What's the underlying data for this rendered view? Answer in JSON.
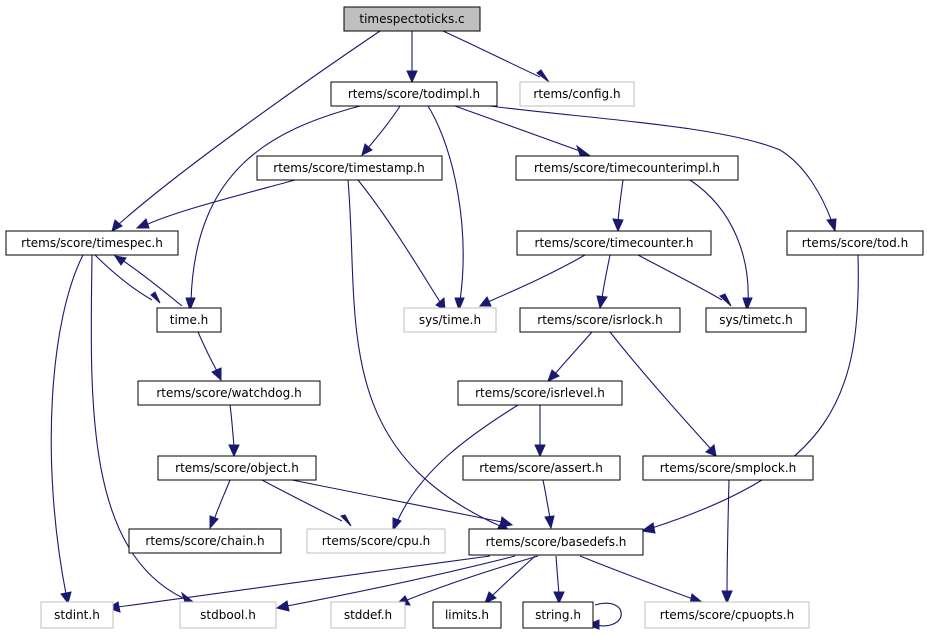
{
  "colors": {
    "edge": "#191970",
    "node_border": "#000000",
    "external_border": "#bfbfbf",
    "root_fill": "#bfbfbf",
    "node_fill": "#ffffff"
  },
  "nodes": {
    "timespectoticks_c": "timespectoticks.c",
    "todimpl_h": "rtems/score/todimpl.h",
    "config_h": "rtems/config.h",
    "timestamp_h": "rtems/score/timestamp.h",
    "timecounterimpl_h": "rtems/score/timecounterimpl.h",
    "timespec_h": "rtems/score/timespec.h",
    "timecounter_h": "rtems/score/timecounter.h",
    "tod_h": "rtems/score/tod.h",
    "time_h": "time.h",
    "sys_time_h": "sys/time.h",
    "isrlock_h": "rtems/score/isrlock.h",
    "sys_timetc_h": "sys/timetc.h",
    "watchdog_h": "rtems/score/watchdog.h",
    "isrlevel_h": "rtems/score/isrlevel.h",
    "object_h": "rtems/score/object.h",
    "assert_h": "rtems/score/assert.h",
    "smplock_h": "rtems/score/smplock.h",
    "chain_h": "rtems/score/chain.h",
    "cpu_h": "rtems/score/cpu.h",
    "basedefs_h": "rtems/score/basedefs.h",
    "stdint_h": "stdint.h",
    "stdbool_h": "stdbool.h",
    "stddef_h": "stddef.h",
    "limits_h": "limits.h",
    "string_h": "string.h",
    "cpuopts_h": "rtems/score/cpuopts.h"
  }
}
